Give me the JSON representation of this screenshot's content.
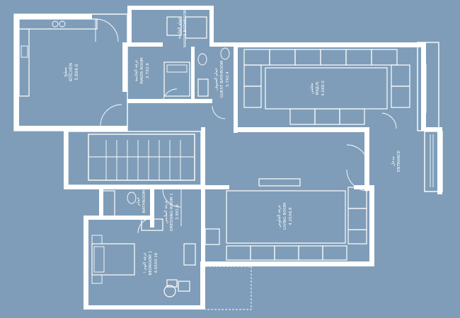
{
  "colors": {
    "background": "#7f9db8",
    "lines": "#ffffff"
  },
  "rooms": {
    "kitchen": {
      "name_ar": "مطبخ",
      "name_en": "KITCHEN",
      "size": "5.8X4.0"
    },
    "maids_room": {
      "name_ar": "غرفة الخادمة",
      "name_en": "MAIDS ROOM",
      "size": "2.7X2.6"
    },
    "maids_bath": {
      "name_ar": "حمام الخادمة",
      "name_en": "MAID'S BATHROOM"
    },
    "guest_bath": {
      "name_ar": "حمام الضيوف",
      "name_en": "GUEST BATHROOM",
      "size": "5.7X2.4"
    },
    "majlis": {
      "name_ar": "مجلس",
      "name_en": "MAJLIS",
      "size": "4.0X8.0"
    },
    "entrance": {
      "name_ar": "مدخل",
      "name_en": "ENTRANCE"
    },
    "living_room": {
      "name_ar": "غرفة الجلوس",
      "name_en": "LIVING ROOM",
      "size": "4.25X6.8"
    },
    "dressing_room": {
      "name_ar": "غرفة الملابس",
      "name_en": "DRESSING ROOM 1",
      "size": "2.9X1.6"
    },
    "bathroom_1": {
      "name_ar": "حمام",
      "name_en": "BATHROOM"
    },
    "bedroom_1": {
      "name_ar": "غرفة النوم ١",
      "name_en": "BEDROOM 1",
      "size": "4.65X4.16"
    }
  }
}
